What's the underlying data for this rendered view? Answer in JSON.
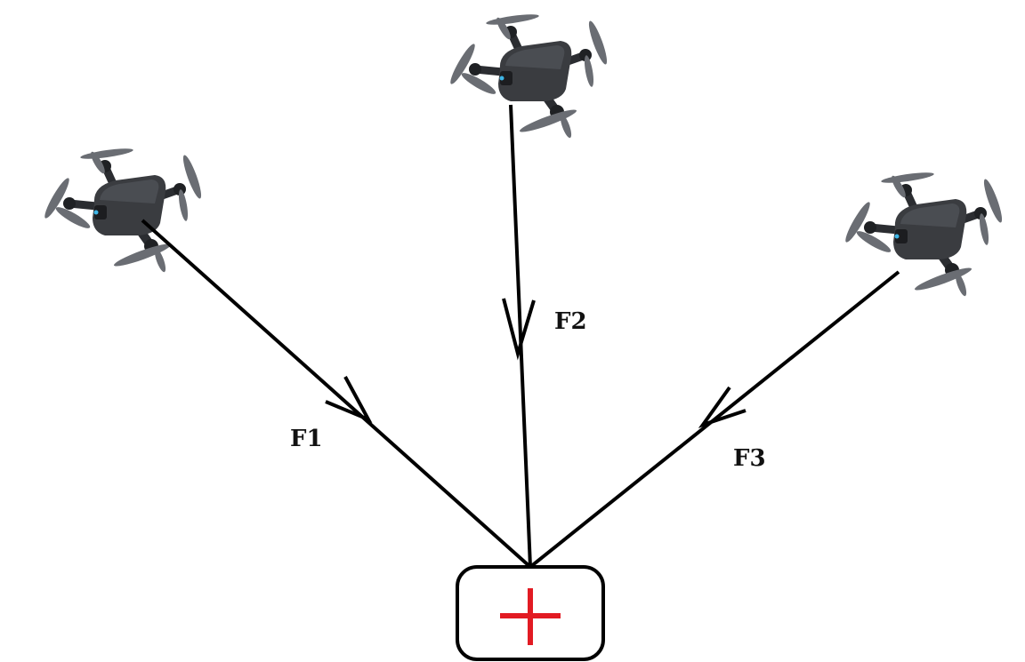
{
  "forces": [
    {
      "id": "f1",
      "label": "F1",
      "source": "drone-left"
    },
    {
      "id": "f2",
      "label": "F2",
      "source": "drone-top"
    },
    {
      "id": "f3",
      "label": "F3",
      "source": "drone-right"
    }
  ],
  "payload": {
    "icon": "medical-cross-icon",
    "cross_color": "#e21b23"
  },
  "drone": {
    "body_color": "#3a3c40",
    "arm_color": "#2b2d31",
    "prop_color": "#6a6d73",
    "light_color": "#3fb6e6"
  },
  "line_color": "#000000"
}
